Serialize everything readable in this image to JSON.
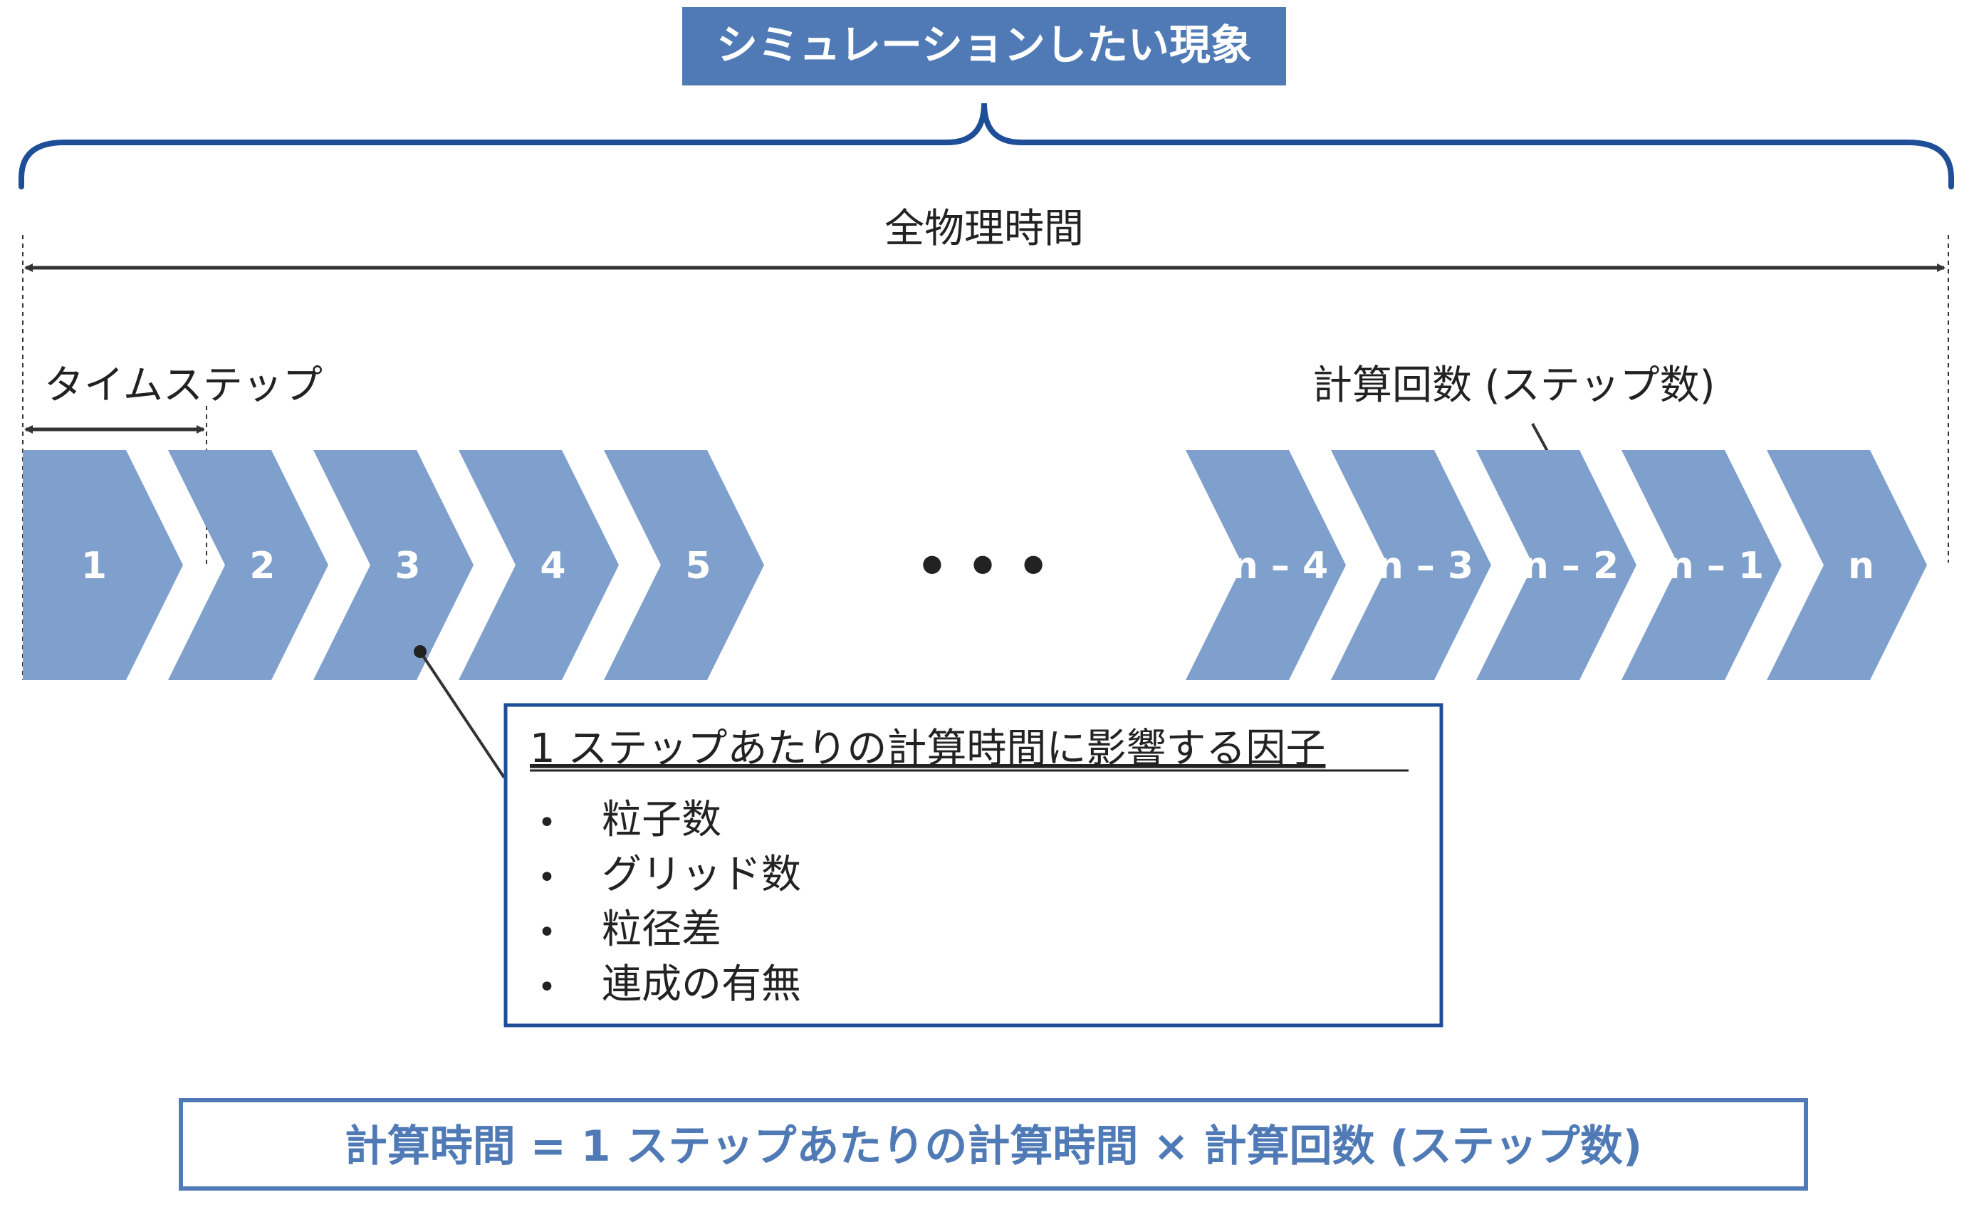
{
  "title": "シミュレーションしたい現象",
  "total_time_label": "全物理時間",
  "timestep_label": "タイムステップ",
  "step_count_label": "計算回数 (ステップ数)",
  "ellipsis": "• • •",
  "steps_left": [
    "1",
    "2",
    "3",
    "4",
    "5"
  ],
  "steps_right": [
    "n – 4",
    "n – 3",
    "n – 2",
    "n – 1",
    "n"
  ],
  "factors": {
    "heading": "1 ステップあたりの計算時間に影響する因子",
    "bullet": "•",
    "items": [
      "粒子数",
      "グリッド数",
      "粒径差",
      "連成の有無"
    ]
  },
  "formula": "計算時間 = 1 ステップあたりの計算時間 × 計算回数 (ステップ数)",
  "colors": {
    "title_fill": "#4f7ab6",
    "title_text": "#ffffff",
    "brace": "#1f4e99",
    "chevron": "#7f9fcc",
    "chevron_text": "#ffffff",
    "arrow": "#333333",
    "text": "#222222",
    "box_border": "#1f4e99",
    "formula_border": "#4f7ab6",
    "formula_text": "#4f7ab6"
  }
}
